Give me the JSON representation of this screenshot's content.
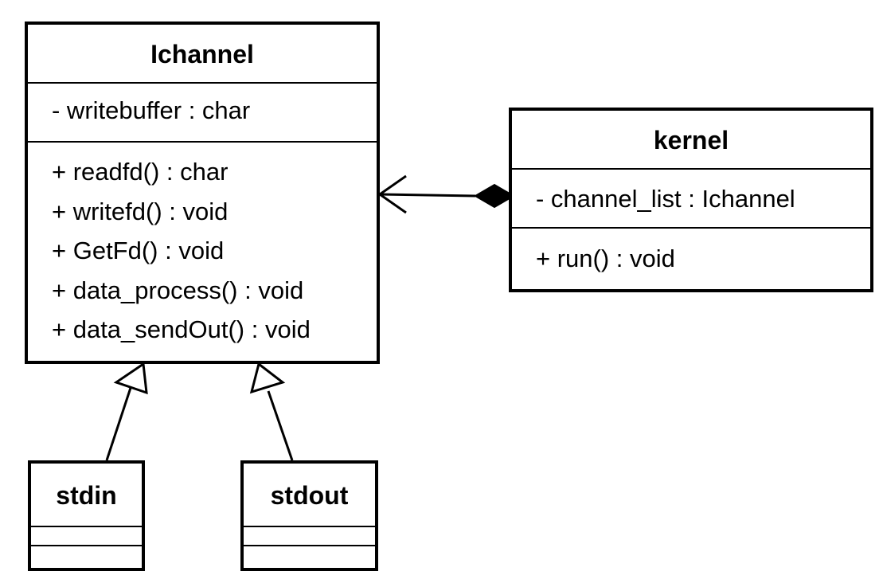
{
  "classes": {
    "ichannel": {
      "name": "Ichannel",
      "attributes": [
        "- writebuffer : char"
      ],
      "operations": [
        "+ readfd() : char",
        "+ writefd() : void",
        "+ GetFd() : void",
        "+ data_process() : void",
        "+ data_sendOut() : void"
      ]
    },
    "kernel": {
      "name": "kernel",
      "attributes": [
        "- channel_list : Ichannel"
      ],
      "operations": [
        "+ run() : void"
      ]
    },
    "stdin": {
      "name": "stdin"
    },
    "stdout": {
      "name": "stdout"
    }
  },
  "relationships": [
    {
      "type": "composition",
      "from": "kernel",
      "to": "Ichannel",
      "navigable_arrow": true
    },
    {
      "type": "generalization",
      "from": "stdin",
      "to": "Ichannel"
    },
    {
      "type": "generalization",
      "from": "stdout",
      "to": "Ichannel"
    }
  ]
}
